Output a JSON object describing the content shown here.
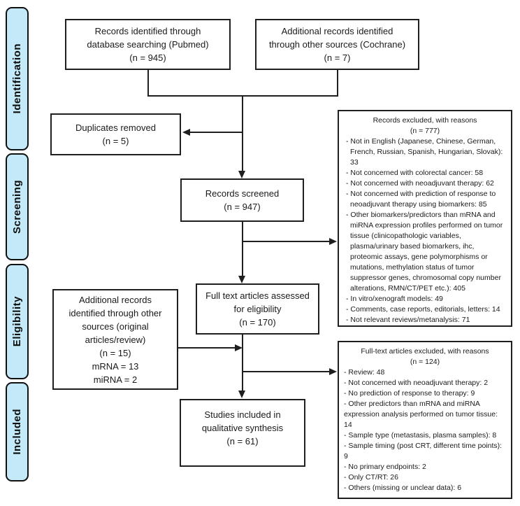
{
  "diagram": {
    "type": "prisma-flow",
    "colors": {
      "stage_fill": "#c4e9f8",
      "line_color": "#1f1f1f"
    },
    "sidebar": {
      "stages": {
        "identification": "Identification",
        "screening": "Screening",
        "eligibility": "Eligibility",
        "included": "Included"
      }
    },
    "boxes": {
      "records_pubmed": {
        "lines": [
          "Records identified through",
          "database searching (Pubmed)",
          "(n = 945)"
        ]
      },
      "records_cochrane": {
        "lines": [
          "Additional records identified",
          "through other sources (Cochrane)",
          "(n = 7)"
        ]
      },
      "duplicates_removed": {
        "lines": [
          "Duplicates removed",
          "(n = 5)"
        ]
      },
      "records_screened": {
        "lines": [
          "Records screened",
          "(n = 947)"
        ]
      },
      "records_excluded": {
        "title_lines": [
          "Records excluded, with reasons",
          "(n = 777)"
        ],
        "reasons": [
          "- Not in English (Japanese, Chinese, German, French, Russian, Spanish, Hungarian, Slovak): 33",
          "- Not concerned with colorectal cancer: 58",
          "- Not concerned with neoadjuvant therapy: 62",
          "- Not concerned with prediction of response to neoadjuvant therapy using biomarkers: 85",
          "- Other biomarkers/predictors than mRNA and miRNA expression profiles performed on tumor tissue (clinicopathologic variables, plasma/urinary based biomarkers, ihc, proteomic assays, gene polymorphisms or mutations, methylation status of tumor suppressor genes, chromosomal copy number alterations, RMN/CT/PET etc.): 405",
          "- In vitro/xenograft models: 49",
          "- Comments, case reports, editorials, letters: 14",
          "- Not relevant reviews/metanalysis: 71"
        ]
      },
      "full_text_assessed": {
        "lines": [
          "Full text articles assessed",
          "for eligibility",
          "(n = 170)"
        ]
      },
      "additional_records": {
        "lines": [
          "Additional records",
          "identified through other",
          "sources (original",
          "articles/review)",
          "(n = 15)",
          "mRNA = 13",
          "miRNA = 2"
        ]
      },
      "full_text_excluded": {
        "title_lines": [
          "Full-text articles excluded, with reasons",
          "(n = 124)"
        ],
        "reasons": [
          "- Review: 48",
          "- Not concerned with neoadjuvant therapy: 2",
          "- No prediction of response to therapy: 9",
          "- Other predictors than mRNA and miRNA expression analysis performed on tumor tissue: 14",
          "- Sample type (metastasis, plasma samples): 8",
          "- Sample timing (post CRT, different time points): 9",
          "- No primary endpoints: 2",
          "- Only CT/RT: 26",
          "- Others (missing or unclear data): 6"
        ]
      },
      "studies_included": {
        "lines": [
          "Studies included in",
          "qualitative synthesis",
          "(n = 61)"
        ]
      }
    }
  }
}
